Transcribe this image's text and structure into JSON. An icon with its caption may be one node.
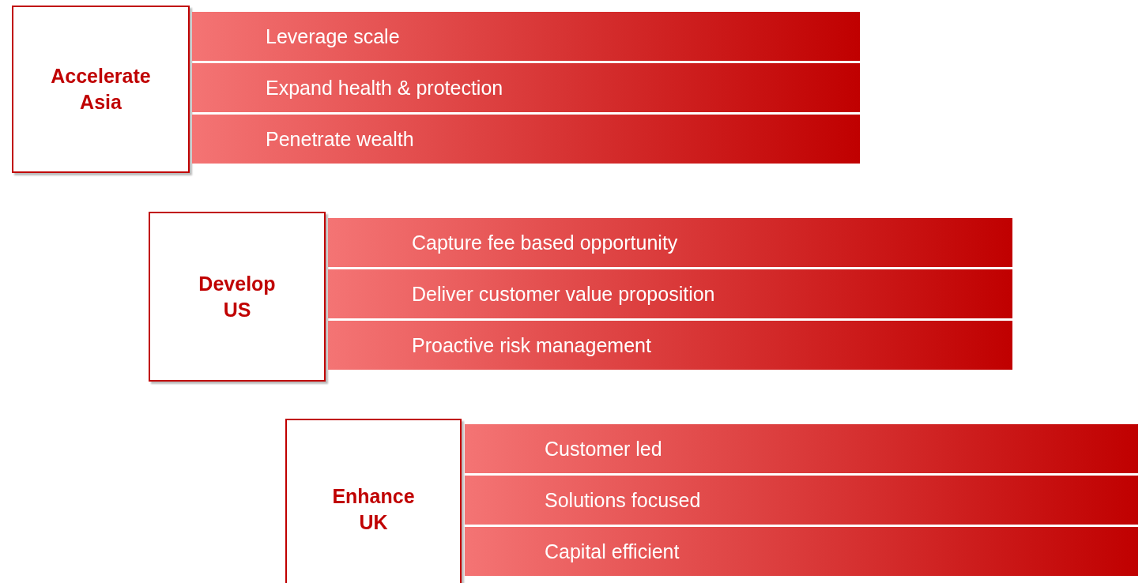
{
  "diagram": {
    "nodes": [
      {
        "text": [
          "Accelerate Asia"
        ]
      },
      {
        "text": [
          "Leverage scale"
        ]
      },
      {
        "text": [
          "Expand health & protection"
        ]
      },
      {
        "text": [
          "Penetrate wealth"
        ]
      },
      {
        "text": [
          "Develop US"
        ]
      },
      {
        "text": [
          "Capture fee based opportunity"
        ]
      },
      {
        "text": [
          "Deliver customer value proposition"
        ]
      },
      {
        "text": [
          "Proactive risk management"
        ]
      },
      {
        "text": [
          "Enhance UK"
        ]
      },
      {
        "text": [
          "Customer led"
        ]
      },
      {
        "text": [
          "Solutions focused"
        ]
      },
      {
        "text": [
          "Capital efficient"
        ]
      }
    ]
  }
}
